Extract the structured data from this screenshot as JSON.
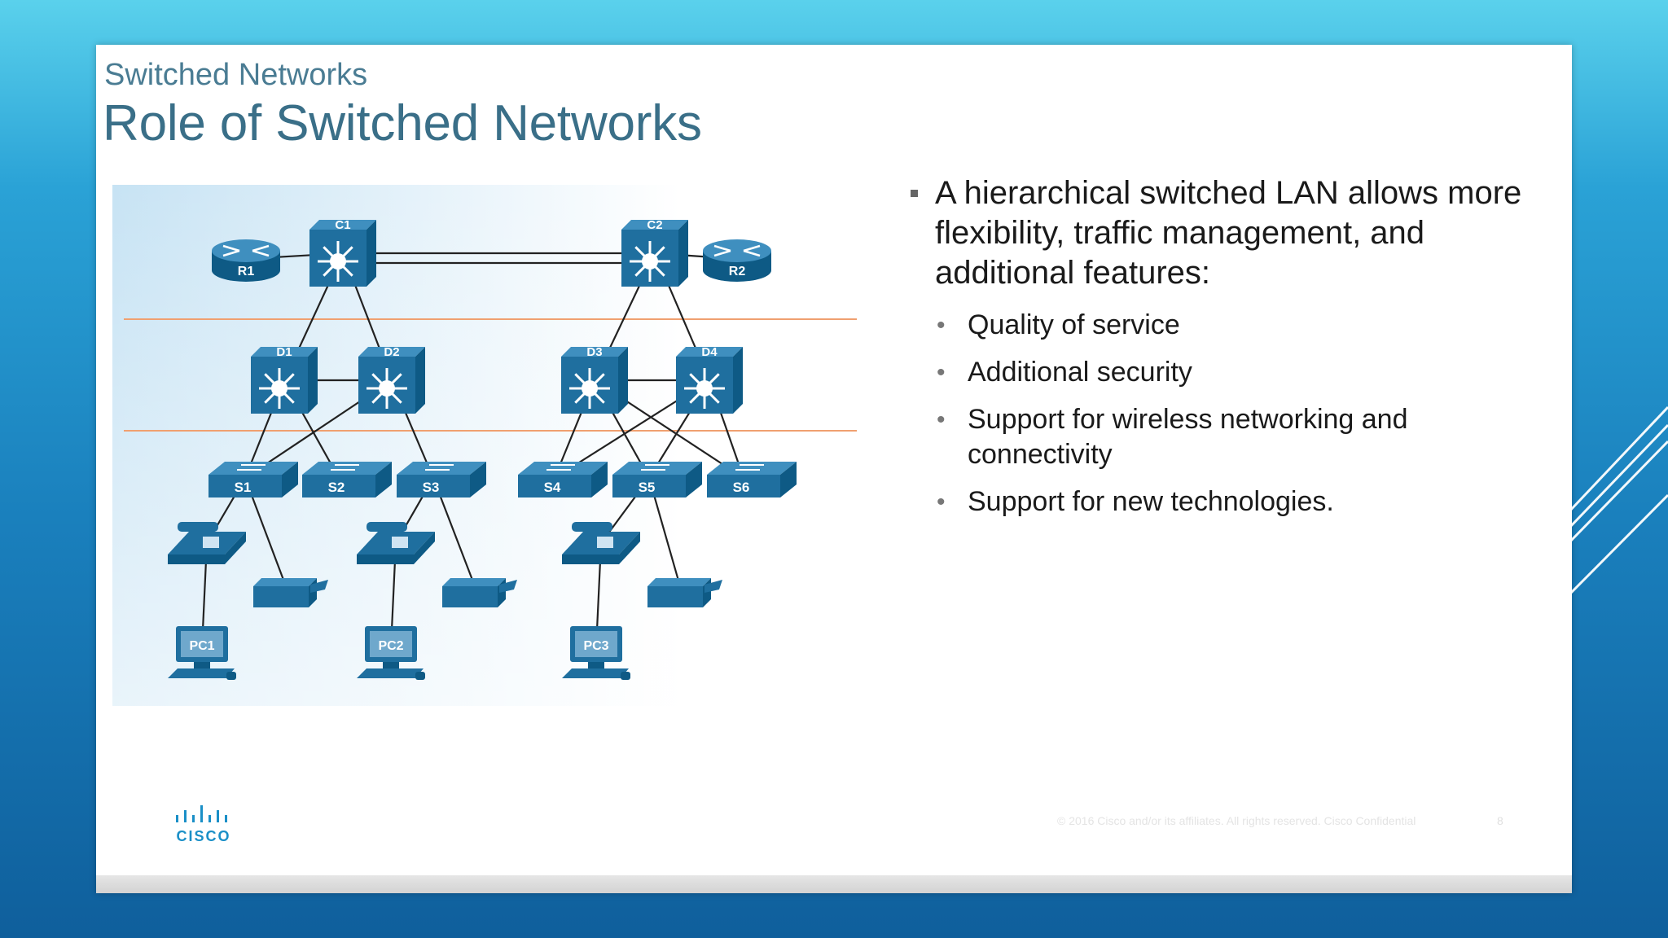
{
  "slide": {
    "section": "Switched Networks",
    "title": "Role of Switched Networks",
    "main_bullet": "A hierarchical switched LAN allows more flexibility, traffic management, and additional features:",
    "sub_bullets": [
      "Quality of service",
      "Additional security",
      "Support for wireless networking and connectivity",
      "Support for new technologies."
    ],
    "footer": "© 2016  Cisco and/or its affiliates. All rights reserved.   Cisco Confidential",
    "page_number": "8",
    "logo": {
      "bars": "ılıılı",
      "name": "CISCO"
    }
  },
  "diagram": {
    "routers": [
      {
        "id": "r1",
        "label": "R1"
      },
      {
        "id": "r2",
        "label": "R2"
      }
    ],
    "core": [
      {
        "id": "c1",
        "label": "C1"
      },
      {
        "id": "c2",
        "label": "C2"
      }
    ],
    "distribution": [
      {
        "id": "d1",
        "label": "D1"
      },
      {
        "id": "d2",
        "label": "D2"
      },
      {
        "id": "d3",
        "label": "D3"
      },
      {
        "id": "d4",
        "label": "D4"
      }
    ],
    "access": [
      {
        "id": "s1",
        "label": "S1"
      },
      {
        "id": "s2",
        "label": "S2"
      },
      {
        "id": "s3",
        "label": "S3"
      },
      {
        "id": "s4",
        "label": "S4"
      },
      {
        "id": "s5",
        "label": "S5"
      },
      {
        "id": "s6",
        "label": "S6"
      }
    ],
    "pcs": [
      {
        "id": "pc1",
        "label": "PC1"
      },
      {
        "id": "pc2",
        "label": "PC2"
      },
      {
        "id": "pc3",
        "label": "PC3"
      }
    ],
    "colors": {
      "device": "#1f6f9f",
      "layer_line": "#f0a070",
      "link": "#222222"
    }
  }
}
